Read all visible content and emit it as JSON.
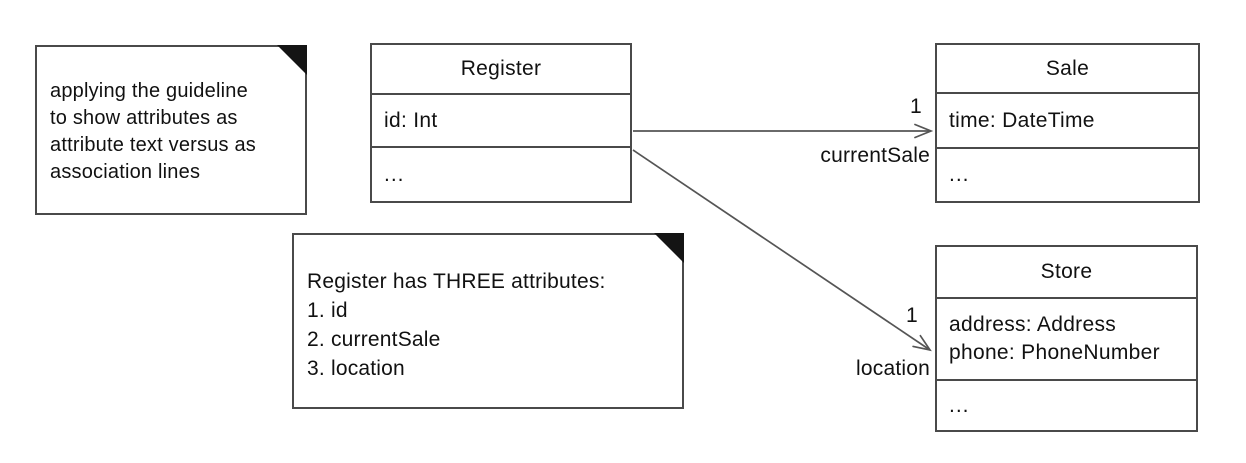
{
  "diagram": {
    "kind": "uml-class-diagram",
    "notes": [
      {
        "id": "guideline",
        "lines": [
          "applying the guideline",
          "to show attributes as",
          "attribute text versus as",
          "association lines"
        ]
      },
      {
        "id": "register-attributes",
        "lines": [
          "Register has THREE attributes:",
          "1. id",
          "2. currentSale",
          "3. location"
        ]
      }
    ],
    "classes": [
      {
        "name": "Register",
        "attributes": [
          "id: Int"
        ],
        "more": "..."
      },
      {
        "name": "Sale",
        "attributes": [
          "time: DateTime"
        ],
        "more": "..."
      },
      {
        "name": "Store",
        "attributes": [
          "address: Address",
          "phone: PhoneNumber"
        ],
        "more": "..."
      }
    ],
    "associations": [
      {
        "from": "Register",
        "to": "Sale",
        "multiplicity": "1",
        "role": "currentSale"
      },
      {
        "from": "Register",
        "to": "Store",
        "multiplicity": "1",
        "role": "location"
      }
    ],
    "colors": {
      "background": "#ffffff",
      "border": "#4a4a4a",
      "line": "#555555",
      "text": "#111111",
      "note_fold": "#141414"
    }
  }
}
